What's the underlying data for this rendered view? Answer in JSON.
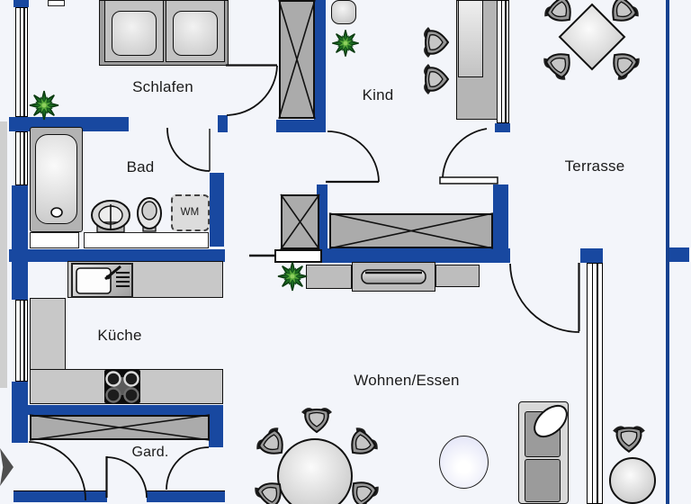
{
  "rooms": {
    "schlafen": "Schlafen",
    "bad": "Bad",
    "kind": "Kind",
    "terrasse": "Terrasse",
    "kueche": "Küche",
    "wohnen_essen": "Wohnen/Essen",
    "garderobe": "Gard."
  },
  "appliances": {
    "washing_machine": "WM"
  },
  "colors": {
    "wall": "#1848a0",
    "floor": "#f3f5fa",
    "outline": "#111111",
    "furniture": "#bdbdbd",
    "counter": "#c8c8c8",
    "closet": "#ababab",
    "ball": "#dcdef5",
    "terrace_line": "#16418f",
    "label": "#1b1b1b"
  }
}
